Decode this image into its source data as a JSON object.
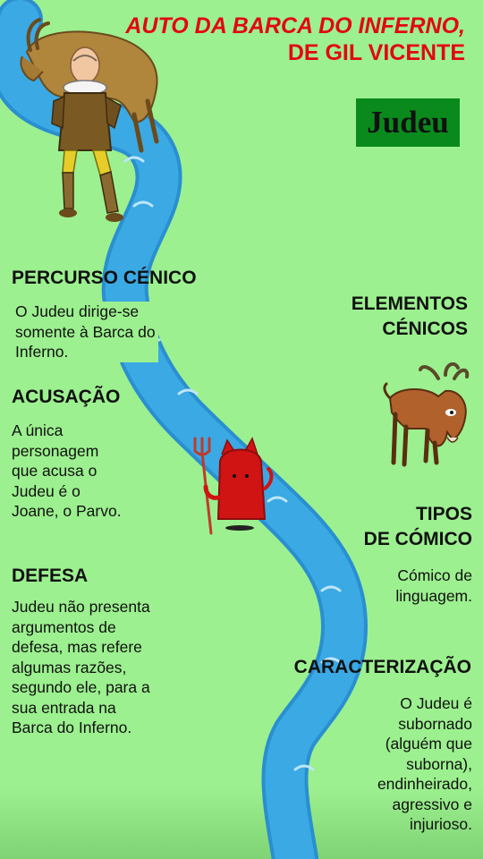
{
  "title": {
    "italic_part": "AUTO DA BARCA DO INFERNO,",
    "rest": " DE GIL VICENTE"
  },
  "badge": "Judeu",
  "colors": {
    "background": "#9cf08f",
    "title": "#e30613",
    "badge": "#0a8a1d",
    "river": "#3aa9e4",
    "devil": "#d01313"
  },
  "sections": {
    "percurso": {
      "heading": "PERCURSO CÉNICO",
      "text": "O Judeu dirige-se somente à Barca do Inferno."
    },
    "acusacao": {
      "heading": "ACUSAÇÃO",
      "text": "A única personagem que acusa o Judeu é o Joane, o Parvo."
    },
    "defesa": {
      "heading": "DEFESA",
      "text": "Judeu não presenta argumentos de defesa, mas refere algumas razões, segundo ele, para a sua entrada na Barca do Inferno."
    },
    "elementos": {
      "heading_line1": "ELEMENTOS",
      "heading_line2": "CÉNICOS"
    },
    "tipos": {
      "heading_line1": "TIPOS",
      "heading_line2": "DE CÓMICO",
      "text": "Cómico de linguagem."
    },
    "caracterizacao": {
      "heading": "CARACTERIZAÇÃO",
      "text": "O Judeu é subornado (alguém que suborna), endinheirado, agressivo e injurioso."
    }
  },
  "figures": {
    "jew": "jew-carrying-goat-illustration",
    "goat": "goat-illustration",
    "devil": "devil-with-trident-illustration"
  }
}
